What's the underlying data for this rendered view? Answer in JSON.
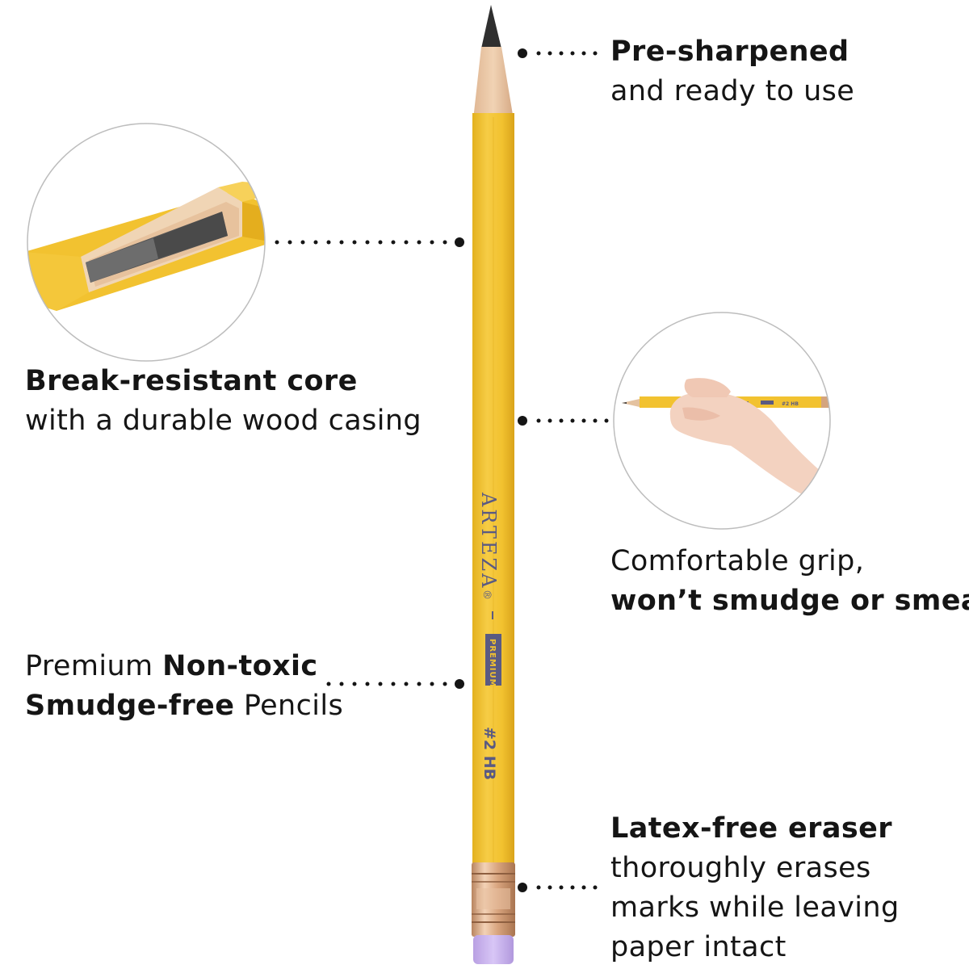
{
  "features": {
    "tip": {
      "bold": "Pre-sharpened",
      "normal": "and ready to use"
    },
    "core": {
      "bold": "Break-resistant core",
      "normal": "with a durable wood casing"
    },
    "grip": {
      "normal": "Comfortable grip,",
      "bold": "won’t smudge or smear"
    },
    "toxic": {
      "normal_1": "Premium ",
      "bold_1": "Non-toxic",
      "bold_2": "Smudge-free",
      "normal_2": " Pencils"
    },
    "eraser": {
      "bold": "Latex-free eraser",
      "line_1": "thoroughly erases",
      "line_2": "marks while leaving",
      "line_3": "paper intact"
    }
  },
  "pencil": {
    "brand": "ARTEZA",
    "registered": "®",
    "grade_badge": "PREMIUM",
    "grade": "#2 HB"
  },
  "colors": {
    "pencil_body": "#f2c230",
    "pencil_shadow": "#dca418",
    "wood": "#e9c7a3",
    "graphite": "#3d3d3d",
    "ferrule": "#d4a47e",
    "eraser": "#c9b3ee",
    "text": "#151515",
    "badge": "#5a5a82"
  }
}
